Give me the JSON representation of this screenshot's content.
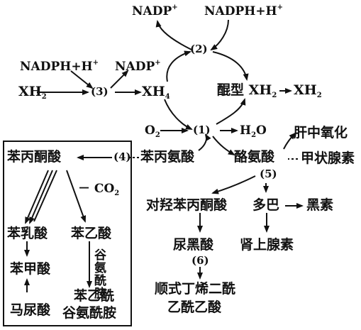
{
  "nodes": {
    "nadp_top": "NADP",
    "nadph_top": "NADPH+H",
    "nadph_left": "NADPH+H",
    "nadp_left": "NADP",
    "xh2_left": "XH",
    "xh4": "XH",
    "quinonoid_xh2": "醌型 XH",
    "xh2_right": "XH",
    "o2": "O",
    "h2o": "H",
    "h2o_tail": "O",
    "phenylalanine": "苯丙氨酸",
    "tyrosine": "酪氨酸",
    "liver_oxidation": "肝中氧化",
    "thyroxine": "甲状腺素",
    "hydroxyphenylpyruvate": "对羟苯丙酮酸",
    "dopa": "多巴",
    "melanin": "黑素",
    "homogentisic_acid": "尿黑酸",
    "adrenaline": "肾上腺素",
    "maleylacetoacetate_1": "顺式丁烯二酰",
    "maleylacetoacetate_2": "乙酰乙酸",
    "phenylpyruvate": "苯丙酮酸",
    "co2": "－ CO",
    "phenyllactate": "苯乳酸",
    "phenylacetate": "苯乙酸",
    "benzoate": "苯甲酸",
    "hippurate": "马尿酸",
    "glutamine_label": "谷氨酰胺",
    "phenylacetylglutamine_1": "苯乙酰",
    "phenylacetylglutamine_2": "谷氨酰胺"
  },
  "superscripts": {
    "plus": "+"
  },
  "subscripts": {
    "two": "2",
    "four": "4"
  },
  "steps": {
    "s1": "(1)",
    "s2": "(2)",
    "s3": "(3)",
    "s4": "(4)",
    "s5": "(5)",
    "s6": "(6)"
  }
}
